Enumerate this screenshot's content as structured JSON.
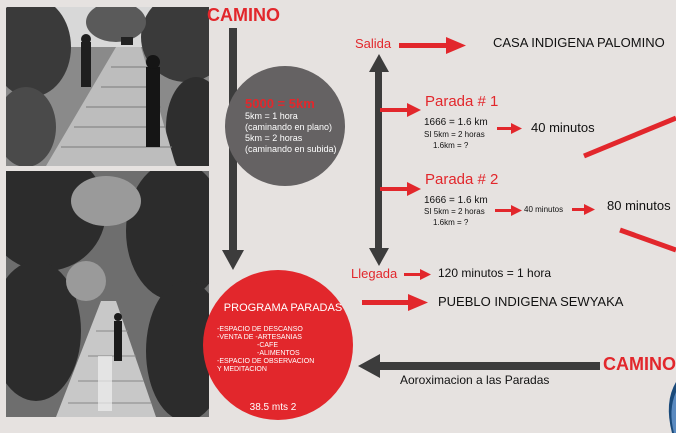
{
  "camino_top": "CAMINO",
  "camino_bottom": "CAMINO",
  "gray_circle": {
    "title": "5000 = 5km",
    "lines": [
      "5km = 1 hora",
      "(caminando en plano)",
      "5km = 2 horas",
      "(caminando en subida)"
    ]
  },
  "red_circle": {
    "title": "PROGRAMA PARADAS",
    "items": [
      "-ESPACIO DE DESCANSO",
      "-VENTA DE -ARTESANIAS",
      "-CAFE",
      "-ALIMENTOS",
      "-ESPACIO DE OBSERVACION",
      "Y MEDITACION"
    ],
    "area": "38.5 mts 2"
  },
  "salida": {
    "label": "Salida",
    "dest": "CASA INDIGENA PALOMINO"
  },
  "parada1": {
    "title": "Parada # 1",
    "line1": "1666 = 1.6 km",
    "line2": "SI 5km = 2 horas",
    "line3": "1.6km = ?",
    "result": "40 minutos"
  },
  "parada2": {
    "title": "Parada # 2",
    "line1": "1666 = 1.6 km",
    "line2": "SI 5km = 2 horas",
    "line3": "1.6km = ?",
    "mid": "40 minutos",
    "result": "80 minutos"
  },
  "llegada": {
    "label": "Llegada",
    "text": "120 minutos = 1 hora",
    "dest": "PUEBLO INDIGENA SEWYAKA"
  },
  "bottom_caption": "Aoroximacion a las Paradas",
  "colors": {
    "red": "#e2272c",
    "gray_circle": "#656263",
    "dark_arrow": "#3c3c3c",
    "background": "#e6e2e0"
  }
}
